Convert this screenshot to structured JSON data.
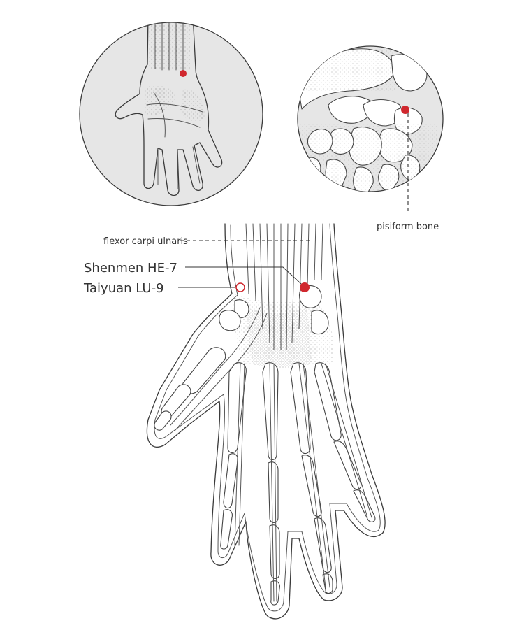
{
  "labels": {
    "flexor": "flexor carpi ulnaris",
    "shenmen": "Shenmen HE-7",
    "taiyuan": "Taiyuan LU-9",
    "pisiform": "pisiform bone"
  },
  "colors": {
    "point": "#d0282e",
    "inset_bg": "#e6e6e6",
    "line": "#333333"
  }
}
